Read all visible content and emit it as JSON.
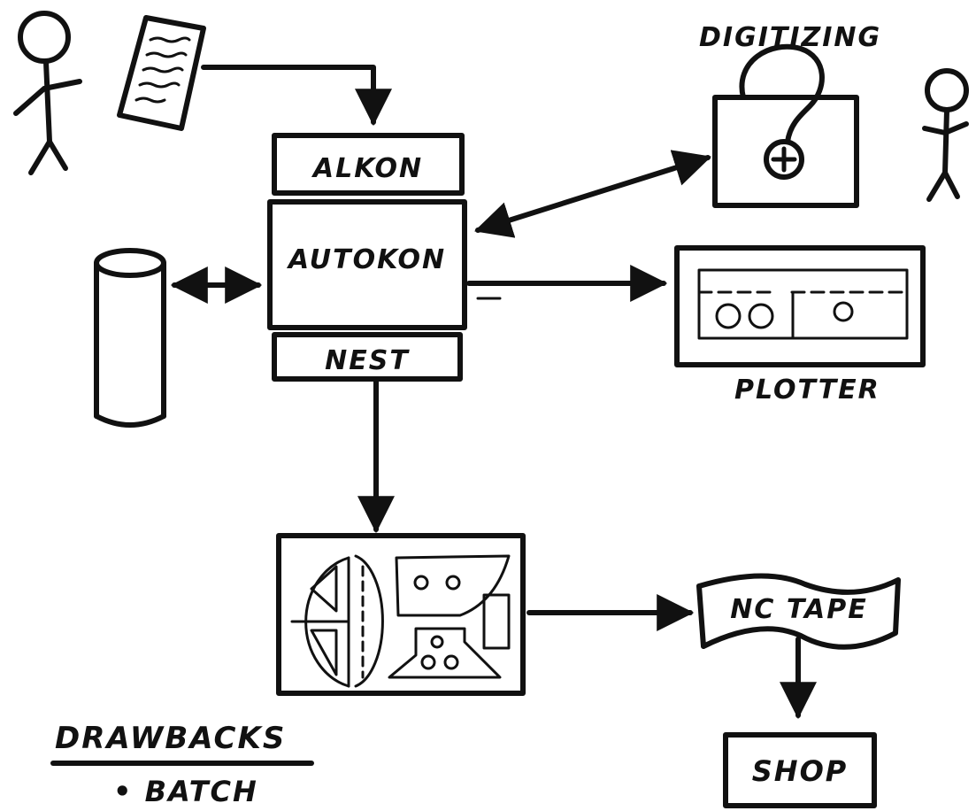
{
  "colors": {
    "ink": "#111111",
    "paper": "#ffffff"
  },
  "labels": {
    "digitizing": "DIGITIZING",
    "alkon": "ALKON",
    "autokon": "AUTOKON",
    "nest": "NEST",
    "plotter": "PLOTTER",
    "nc_tape": "NC TAPE",
    "shop": "SHOP",
    "drawbacks": "DRAWBACKS",
    "batch": "• BATCH"
  },
  "icons": {
    "user_left": "stick-figure-icon",
    "document": "document-icon",
    "storage": "cylinder-storage-icon",
    "digitizer": "digitizer-tablet-icon",
    "user_right": "stick-figure-icon",
    "plotter": "plotter-icon",
    "nested_plate": "nested-plate-icon"
  }
}
